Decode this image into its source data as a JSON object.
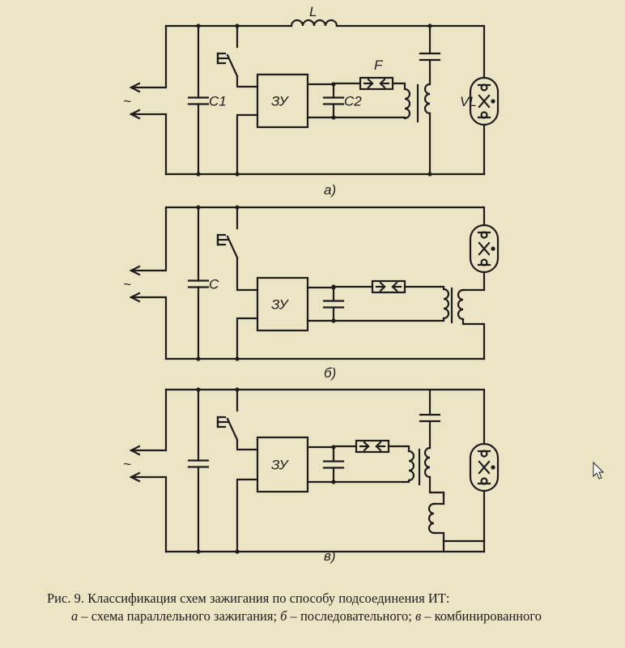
{
  "figure": {
    "labels": {
      "inductor": "L",
      "c1": "C1",
      "c2": "C2",
      "c": "C",
      "fuse": "F",
      "lamp": "VL",
      "block_a": "ЗУ",
      "block_b": "ЗУ",
      "block_c": "ЗУ",
      "ac_a": "~",
      "ac_b": "~",
      "ac_c": "~",
      "sub_a": "а)",
      "sub_b": "б)",
      "sub_c": "в)"
    }
  },
  "caption": {
    "title": "Рис. 9. Классификация схем зажигания по способу подсоединения ИТ:",
    "a_key": "а",
    "a_text": " – схема параллельного зажигания; ",
    "b_key": "б",
    "b_text": " – последовательного; ",
    "c_key": "в",
    "c_text": " – комбиниро­ванного"
  }
}
